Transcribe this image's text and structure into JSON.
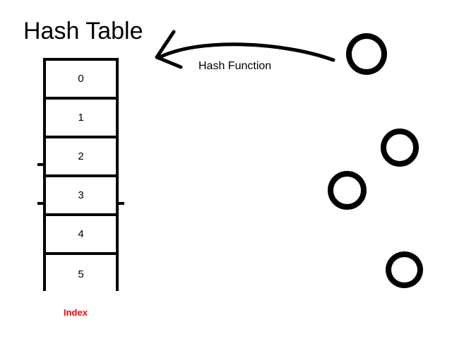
{
  "diagram": {
    "title": "Hash Table",
    "index_caption": "Index",
    "arrow_label": "Hash Function",
    "table": {
      "cells": [
        {
          "label": "0"
        },
        {
          "label": "1"
        },
        {
          "label": "2"
        },
        {
          "label": "3"
        },
        {
          "label": "4"
        },
        {
          "label": "5"
        }
      ]
    },
    "items": [
      {
        "name": "key-circle-1"
      },
      {
        "name": "key-circle-2"
      },
      {
        "name": "key-circle-3"
      },
      {
        "name": "key-circle-4"
      }
    ],
    "colors": {
      "stroke": "#000000",
      "background": "#ffffff",
      "index_caption": "#ff0000"
    }
  }
}
